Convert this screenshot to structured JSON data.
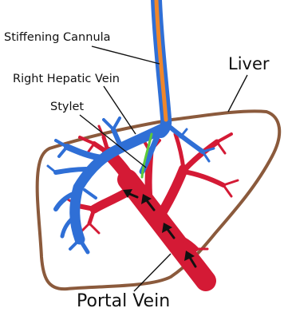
{
  "labels": {
    "stiffening_cannula": "Stiffening Cannula",
    "right_hepatic_vein": "Right Hepatic Vein",
    "stylet": "Stylet",
    "liver": "Liver",
    "portal_vein": "Portal Vein"
  },
  "colors": {
    "liver_outline": "#8b5a3c",
    "hepatic_vein": "#2f6fd6",
    "portal_vein": "#d41a35",
    "cannula": "#f0872b",
    "stylet": "#5cc93a",
    "arrows": "#111111"
  }
}
